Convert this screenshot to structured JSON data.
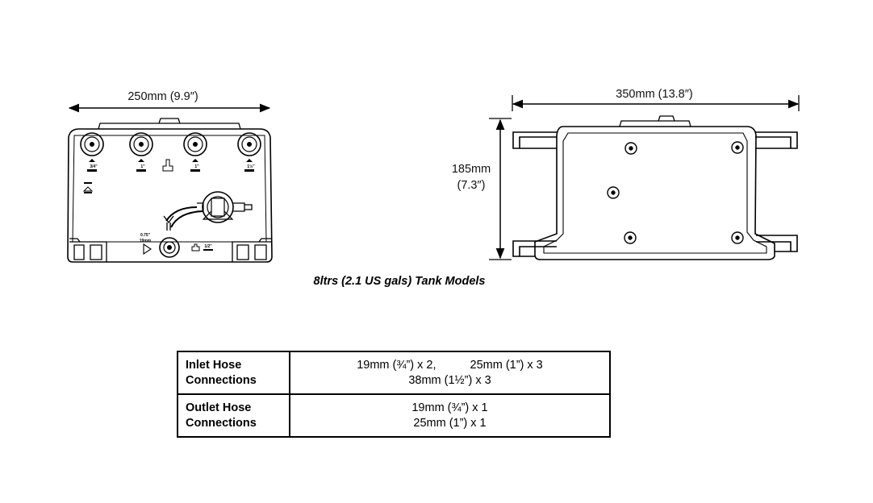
{
  "dimensions": {
    "width_left": "250mm (9.9″)",
    "width_right": "350mm (13.8″)",
    "height_right_mm": "185mm",
    "height_right_in": "(7.3″)"
  },
  "caption": "8ltrs (2.1 US gals) Tank Models",
  "front_view_labels": {
    "inlet_sizes": [
      "3/4\"",
      "1\"",
      "1\"",
      "1½\""
    ],
    "outlet_size_in": "0.75\"",
    "outlet_size_mm": "19mm",
    "vent_size": "1/2\""
  },
  "table": {
    "rows": [
      {
        "label_lines": [
          "Inlet Hose",
          "Connections"
        ],
        "value_line1_a": "19mm (¾”) x 2,",
        "value_line1_b": "25mm (1”) x 3",
        "value_line2": "38mm (1½”) x 3"
      },
      {
        "label_lines": [
          "Outlet Hose",
          "Connections"
        ],
        "value_line1": "19mm (¾”) x 1",
        "value_line2": "25mm (1”) x 1"
      }
    ]
  }
}
